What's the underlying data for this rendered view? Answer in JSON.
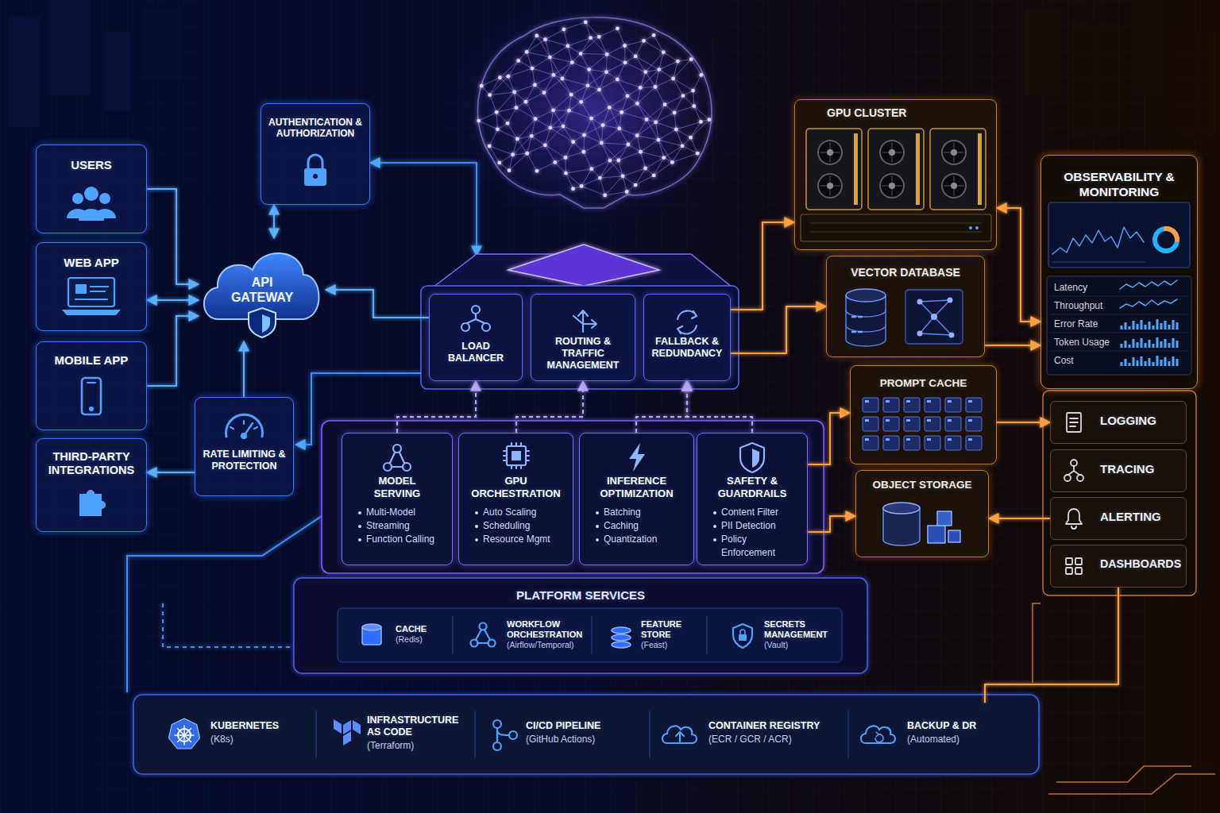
{
  "diagram": {
    "nodes": [
      {
        "text": [
          "USERS"
        ]
      },
      {
        "text": [
          "WEB APP"
        ]
      },
      {
        "text": [
          "MOBILE APP"
        ]
      },
      {
        "text": [
          "THIRD-PARTY INTEGRATIONS"
        ]
      },
      {
        "text": [
          "AUTHENTICATION & AUTHORIZATION"
        ]
      },
      {
        "text": [
          "API GATEWAY"
        ]
      },
      {
        "text": [
          "RATE LIMITING & PROTECTION"
        ]
      },
      {
        "text": [
          "LOAD BALANCER"
        ]
      },
      {
        "text": [
          "ROUTING & TRAFFIC MANAGEMENT"
        ]
      },
      {
        "text": [
          "FALLBACK & REDUNDANCY"
        ]
      },
      {
        "text": [
          "MODEL SERVING",
          "Multi-Model",
          "Streaming",
          "Function Calling"
        ]
      },
      {
        "text": [
          "GPU ORCHESTRATION",
          "Auto Scaling",
          "Scheduling",
          "Resource Mgmt"
        ]
      },
      {
        "text": [
          "INFERENCE OPTIMIZATION",
          "Batching",
          "Caching",
          "Quantization"
        ]
      },
      {
        "text": [
          "SAFETY & GUARDRAILS",
          "Content Filter",
          "PII Detection",
          "Policy Enforcement"
        ]
      },
      {
        "text": [
          "PLATFORM SERVICES"
        ]
      },
      {
        "text": [
          "CACHE",
          "(Redis)"
        ],
        "in": 14
      },
      {
        "text": [
          "WORKFLOW ORCHESTRATION",
          "(Airflow/Temporal)"
        ],
        "in": 14
      },
      {
        "text": [
          "FEATURE STORE",
          "(Feast)"
        ],
        "in": 14
      },
      {
        "text": [
          "SECRETS MANAGEMENT",
          "(Vault)"
        ],
        "in": 14
      },
      {
        "text": [
          "KUBERNETES",
          "(K8s)"
        ]
      },
      {
        "text": [
          "INFRASTRUCTURE AS CODE",
          "(Terraform)"
        ]
      },
      {
        "text": [
          "CI/CD PIPELINE",
          "(GitHub Actions)"
        ]
      },
      {
        "text": [
          "CONTAINER REGISTRY",
          "(ECR / GCR / ACR)"
        ]
      },
      {
        "text": [
          "BACKUP & DR",
          "(Automated)"
        ]
      },
      {
        "text": [
          "GPU CLUSTER"
        ]
      },
      {
        "text": [
          "VECTOR DATABASE"
        ]
      },
      {
        "text": [
          "PROMPT CACHE"
        ]
      },
      {
        "text": [
          "OBJECT STORAGE"
        ]
      },
      {
        "text": [
          "OBSERVABILITY & MONITORING",
          "Latency",
          "Throughput",
          "Error Rate",
          "Token Usage",
          "Cost"
        ]
      },
      {
        "text": [
          "LOGGING"
        ]
      },
      {
        "text": [
          "TRACING"
        ]
      },
      {
        "text": [
          "ALERTING"
        ]
      },
      {
        "text": [
          "DASHBOARDS"
        ]
      }
    ],
    "edges": [
      {
        "from": 0,
        "to": 5,
        "arrow": "to"
      },
      {
        "from": 1,
        "to": 5,
        "arrow": "both"
      },
      {
        "from": 2,
        "to": 5,
        "arrow": "to"
      },
      {
        "from": 6,
        "to": 3,
        "arrow": "to"
      },
      {
        "from": 6,
        "to": 5,
        "arrow": "to"
      },
      {
        "from": 4,
        "to": 5,
        "arrow": "both"
      },
      {
        "from": 7,
        "to": 5,
        "arrow": "to"
      },
      {
        "from": 10,
        "to": 7,
        "arrow": "to"
      },
      {
        "from": 11,
        "to": 8,
        "arrow": "to"
      },
      {
        "from": 12,
        "to": 9,
        "arrow": "to"
      },
      {
        "from": 13,
        "to": 9,
        "arrow": "to"
      },
      {
        "from": 9,
        "to": 24,
        "arrow": "to"
      },
      {
        "from": 9,
        "to": 25,
        "arrow": "to"
      },
      {
        "from": 13,
        "to": 26,
        "arrow": "to"
      },
      {
        "from": 13,
        "to": 27,
        "arrow": "to"
      },
      {
        "from": 24,
        "to": 28,
        "arrow": "both"
      },
      {
        "from": 25,
        "to": 28,
        "arrow": "to"
      },
      {
        "from": 26,
        "to": 29,
        "arrow": "to"
      },
      {
        "from": 31,
        "to": 27,
        "arrow": "to"
      },
      {
        "from": 32,
        "to": 23,
        "arrow": "none"
      }
    ]
  }
}
